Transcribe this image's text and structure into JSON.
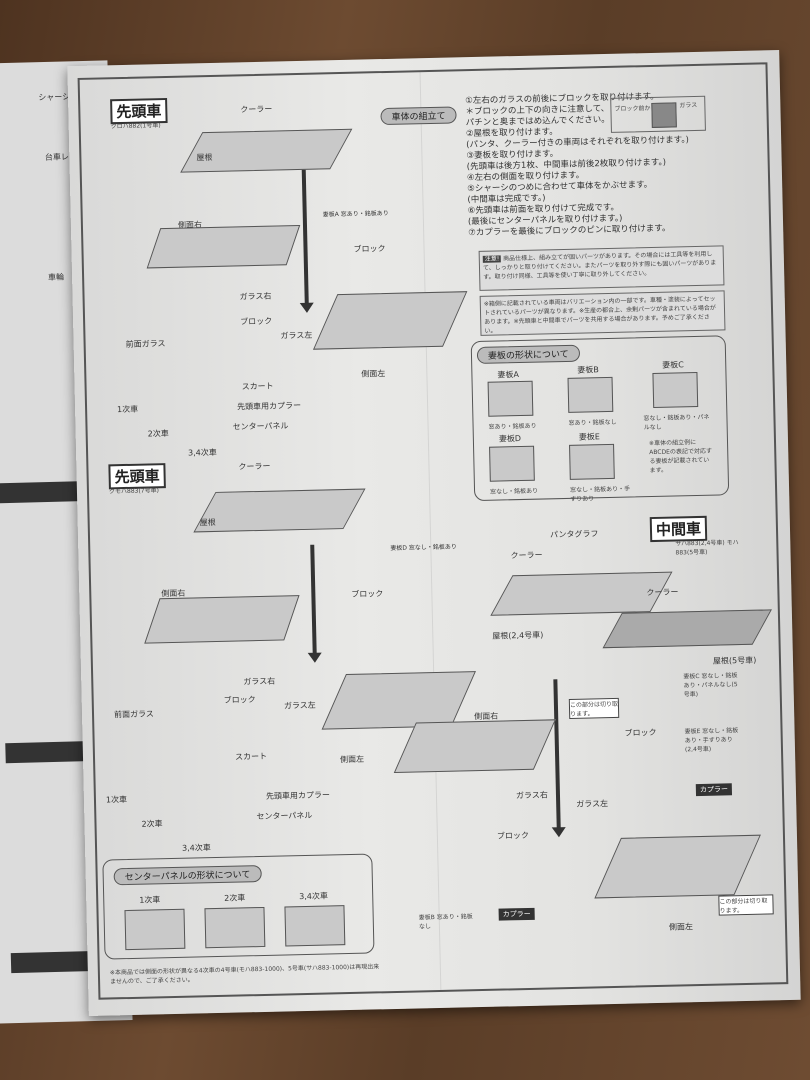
{
  "left_page": {
    "labels": [
      "シャーシパーツ",
      "台車レリーフ",
      "車輪"
    ]
  },
  "lead_car_1": {
    "title": "先頭車",
    "subtitle": "クロハ882(1号車)",
    "labels": {
      "cooler": "クーラー",
      "roof": "屋根",
      "side_right": "側面右",
      "glass_right": "ガラス右",
      "glass_left": "ガラス左",
      "block": "ブロック",
      "front_glass": "前面ガラス",
      "skirt": "スカート",
      "coupler": "先頭車用カプラー",
      "center_panel": "センターパネル",
      "gen1": "1次車",
      "gen2": "2次車",
      "gen34": "3,4次車",
      "side_left": "側面左",
      "end_plate": "妻板A 窓あり・銘板あり"
    }
  },
  "lead_car_2": {
    "title": "先頭車",
    "subtitle": "クモハ883(7号車)",
    "labels": {
      "cooler": "クーラー",
      "roof": "屋根",
      "side_right": "側面右",
      "glass_right": "ガラス右",
      "glass_left": "ガラス左",
      "block": "ブロック",
      "front_glass": "前面ガラス",
      "skirt": "スカート",
      "coupler": "先頭車用カプラー",
      "center_panel": "センターパネル",
      "gen1": "1次車",
      "gen2": "2次車",
      "gen34": "3,4次車",
      "side_left": "側面左",
      "end_plate": "妻板D 窓なし・銘板あり"
    }
  },
  "instructions": {
    "header": "車体の組立て",
    "steps": [
      "①左右のガラスの前後にブロックを取り付けます。",
      "＊ブロックの上下の向きに注意して、パチンと奥まではめ込んでください。",
      "②屋根を取り付けます。",
      "(パンタ、クーラー付きの車両はそれぞれを取り付けます。)",
      "③妻板を取り付けます。",
      "(先頭車は後方1枚、中間車は前後2枚取り付けます。)",
      "④左右の側面を取り付けます。",
      "⑤シャーシのつめに合わせて車体をかぶせます。",
      "(中間車は完成です。)",
      "⑥先頭車は前面を取り付けて完成です。",
      "(最後にセンターパネルを取り付けます。)",
      "⑦カプラーを最後にブロックのピンに取り付けます。"
    ],
    "inset": {
      "block_front": "ブロック前から",
      "glass": "ガラス"
    },
    "caution_label": "注意!",
    "caution": "商品仕様上、組み立てが固いパーツがあります。その場合には工具等を利用して、しっかりと取り付けてください。またパーツを取り外す際にも固いパーツがあります。取り付け同様、工具等を使い丁寧に取り外してください。",
    "note": "※箱側に記載されている車両はバリエーション内の一部です。車種・塗装によってセットされているパーツが異なります。※生産の都合上、余剰パーツが含まれている場合があります。※先頭車と中間車でパーツを共用する場合があります。予めご了承ください。"
  },
  "end_plates": {
    "title": "妻板の形状について",
    "items": [
      {
        "name": "妻板A",
        "desc": "窓あり・銘板あり"
      },
      {
        "name": "妻板B",
        "desc": "窓あり・銘板なし"
      },
      {
        "name": "妻板C",
        "desc": "窓なし・銘板あり・パネルなし"
      },
      {
        "name": "妻板D",
        "desc": "窓なし・銘板あり"
      },
      {
        "name": "妻板E",
        "desc": "窓なし・銘板あり・手すりあり"
      }
    ],
    "note": "※車体の組立例にABCDEの表記で対応する妻板が記載されています。"
  },
  "middle_car": {
    "title": "中間車",
    "subtitle": "サハ883(2,4号車) モハ883(5号車)",
    "labels": {
      "pantograph": "パンタグラフ",
      "cooler": "クーラー",
      "roof24": "屋根(2,4号車)",
      "roof5": "屋根(5号車)",
      "side_right": "側面右",
      "glass_right": "ガラス右",
      "glass_left": "ガラス左",
      "block": "ブロック",
      "side_left": "側面左",
      "cut1": "この部分は切り取ります。",
      "cut2": "この部分は切り取ります。",
      "coupler": "カプラー",
      "end_c": "妻板C 窓なし・銘板あり・パネルなし(5号車)",
      "end_e": "妻板E 窓なし・銘板あり・手すりあり(2,4号車)",
      "end_a": "妻板B 窓あり・銘板なし"
    }
  },
  "center_panel": {
    "title": "センターパネルの形状について",
    "items": [
      "1次車",
      "2次車",
      "3,4次車"
    ],
    "note": "※本商品では側面の形状が異なる4次車の4号車(モハ883-1000)、5号車(サハ883-1000)は再現出来ませんので、ご了承ください。"
  }
}
